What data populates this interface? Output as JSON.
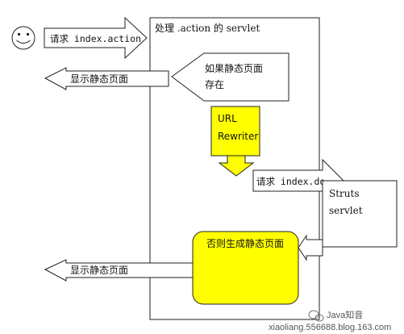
{
  "servlet_container": {
    "title": "处理 .action 的 servlet"
  },
  "request_action": {
    "text": "请求 index.action"
  },
  "decision": {
    "line1": "如果静态页面",
    "line2": "存在"
  },
  "show_static_top": {
    "text": "显示静态页面"
  },
  "url_rewriter": {
    "line1": "URL",
    "line2": "Rewriter"
  },
  "request_do": {
    "text": "请求 index.do"
  },
  "struts_servlet": {
    "line1": "Struts",
    "line2": "servlet"
  },
  "generate_static": {
    "text": "否则生成静态页面"
  },
  "show_static_bottom": {
    "text": "显示静态页面"
  },
  "watermark": {
    "brand": "Java知音",
    "url": "xiaoliang.556688.blog.163.com"
  },
  "colors": {
    "highlight": "#ffff00",
    "stroke": "#222222",
    "background": "#ffffff"
  }
}
